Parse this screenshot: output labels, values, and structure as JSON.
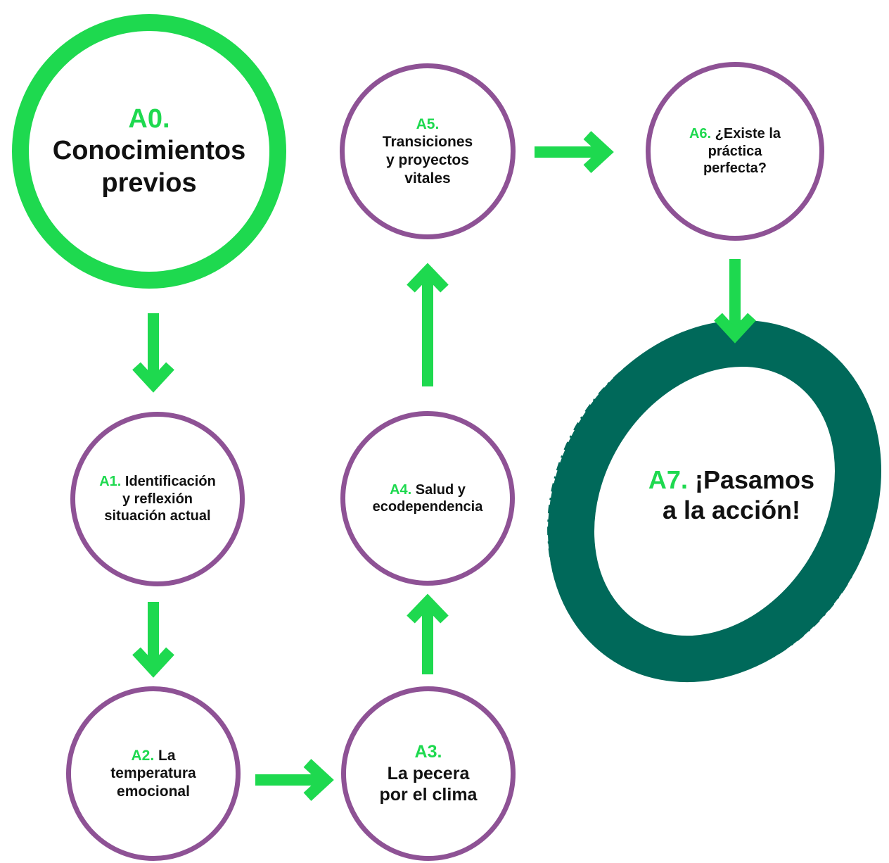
{
  "colors": {
    "accent": "#1ed94f",
    "ring": "#8e5295",
    "final": "#00695a",
    "text": "#111111"
  },
  "nodes": {
    "a0": {
      "code": "A0.",
      "line1": "Conocimientos",
      "line2": "previos"
    },
    "a1": {
      "code": "A1.",
      "line1": "Identificación",
      "line2": "y reflexión",
      "line3": "situación actual"
    },
    "a2": {
      "code": "A2.",
      "line1": "La",
      "line2": "temperatura",
      "line3": "emocional"
    },
    "a3": {
      "code": "A3.",
      "line1": "La pecera",
      "line2": "por el clima"
    },
    "a4": {
      "code": "A4.",
      "line1": "Salud y",
      "line2": "ecodependencia"
    },
    "a5": {
      "code": "A5.",
      "line1": "Transiciones",
      "line2": "y proyectos",
      "line3": "vitales"
    },
    "a6": {
      "code": "A6.",
      "line1": "¿Existe la",
      "line2": "práctica",
      "line3": "perfecta?"
    },
    "a7": {
      "code": "A7.",
      "line1": "¡Pasamos",
      "line2": "a la acción!"
    }
  },
  "connections": [
    {
      "from": "a0",
      "to": "a1",
      "direction": "down"
    },
    {
      "from": "a1",
      "to": "a2",
      "direction": "down"
    },
    {
      "from": "a2",
      "to": "a3",
      "direction": "right"
    },
    {
      "from": "a3",
      "to": "a4",
      "direction": "up"
    },
    {
      "from": "a4",
      "to": "a5",
      "direction": "up"
    },
    {
      "from": "a5",
      "to": "a6",
      "direction": "right"
    },
    {
      "from": "a6",
      "to": "a7",
      "direction": "down"
    }
  ]
}
